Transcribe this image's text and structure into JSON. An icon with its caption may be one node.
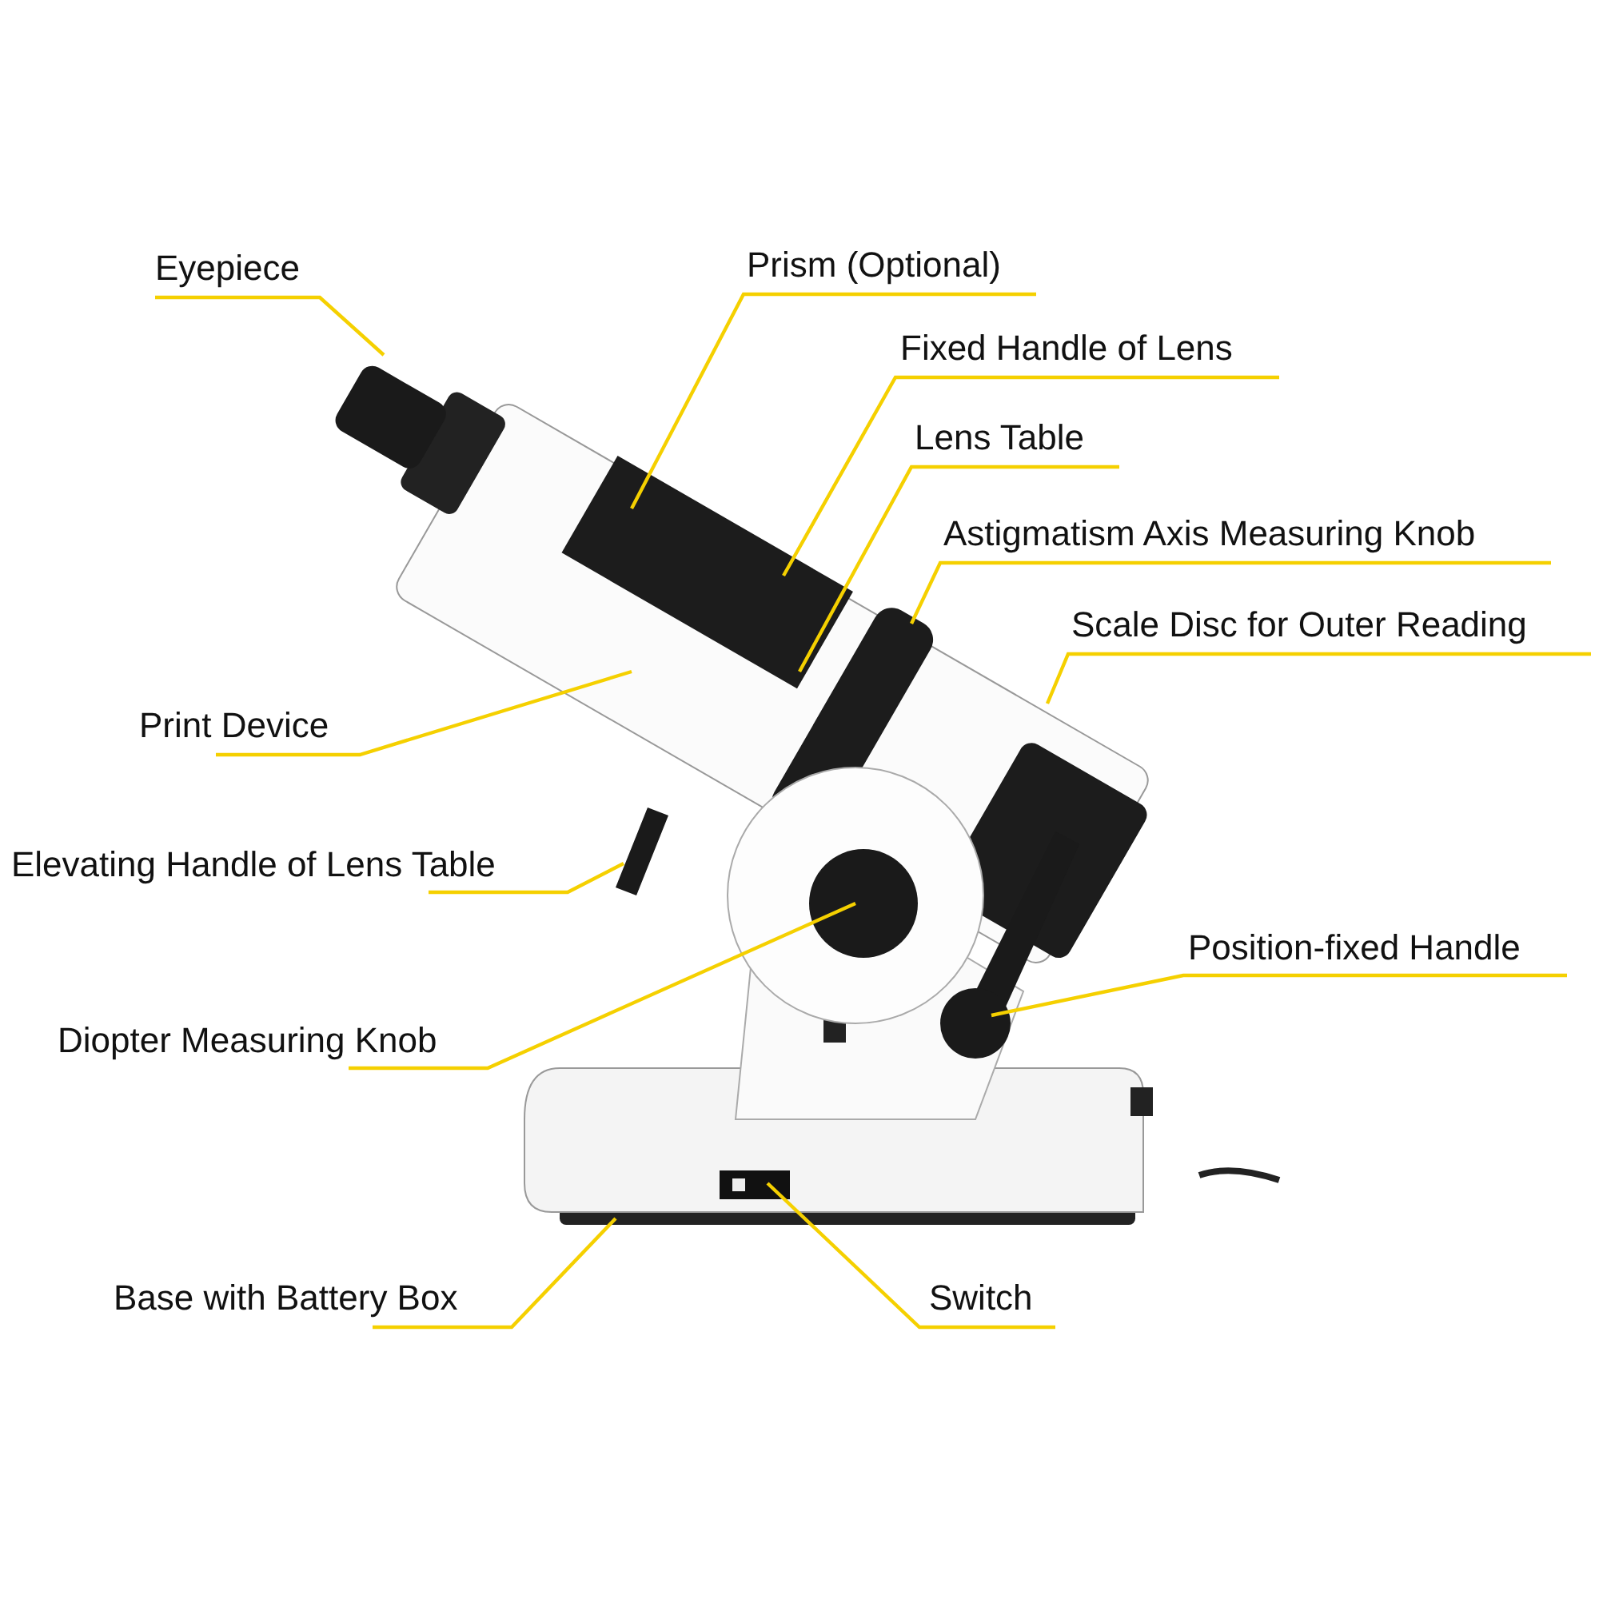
{
  "diagram": {
    "nodes": [
      {
        "text": [
          "Eyepiece"
        ]
      },
      {
        "text": [
          "Prism (Optional)"
        ]
      },
      {
        "text": [
          "Fixed Handle of Lens"
        ]
      },
      {
        "text": [
          "Lens Table"
        ]
      },
      {
        "text": [
          "Astigmatism Axis Measuring Knob"
        ]
      },
      {
        "text": [
          "Scale Disc for Outer Reading"
        ]
      },
      {
        "text": [
          "Print Device"
        ]
      },
      {
        "text": [
          "Elevating Handle of Lens Table"
        ]
      },
      {
        "text": [
          "Diopter Measuring Knob"
        ]
      },
      {
        "text": [
          "Position-fixed Handle"
        ]
      },
      {
        "text": [
          "Base with Battery Box"
        ]
      },
      {
        "text": [
          "Switch"
        ]
      }
    ],
    "edges": [
      {
        "from": 0,
        "to": null,
        "arrow": "none"
      },
      {
        "from": 1,
        "to": null,
        "arrow": "none"
      },
      {
        "from": 2,
        "to": null,
        "arrow": "none"
      },
      {
        "from": 3,
        "to": null,
        "arrow": "none"
      },
      {
        "from": 4,
        "to": null,
        "arrow": "none"
      },
      {
        "from": 5,
        "to": null,
        "arrow": "none"
      },
      {
        "from": 6,
        "to": null,
        "arrow": "none"
      },
      {
        "from": 7,
        "to": null,
        "arrow": "none"
      },
      {
        "from": 8,
        "to": null,
        "arrow": "none"
      },
      {
        "from": 9,
        "to": null,
        "arrow": "none"
      },
      {
        "from": 10,
        "to": null,
        "arrow": "none"
      },
      {
        "from": 11,
        "to": null,
        "arrow": "none"
      }
    ]
  }
}
